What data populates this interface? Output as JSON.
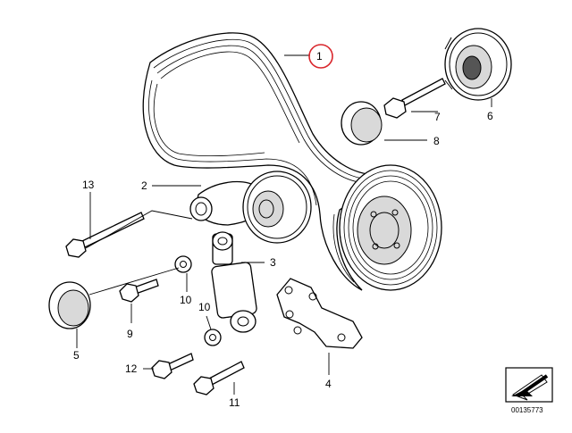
{
  "diagram": {
    "callouts": [
      {
        "id": "1",
        "label": "1",
        "highlighted": true
      },
      {
        "id": "2",
        "label": "2"
      },
      {
        "id": "3",
        "label": "3"
      },
      {
        "id": "4",
        "label": "4"
      },
      {
        "id": "5",
        "label": "5"
      },
      {
        "id": "6",
        "label": "6"
      },
      {
        "id": "7",
        "label": "7"
      },
      {
        "id": "8",
        "label": "8"
      },
      {
        "id": "9",
        "label": "9"
      },
      {
        "id": "10a",
        "label": "10"
      },
      {
        "id": "10b",
        "label": "10"
      },
      {
        "id": "11",
        "label": "11"
      },
      {
        "id": "12",
        "label": "12"
      },
      {
        "id": "13",
        "label": "13"
      }
    ],
    "highlight_color": "#d9262c",
    "reference_code": "00135773"
  }
}
